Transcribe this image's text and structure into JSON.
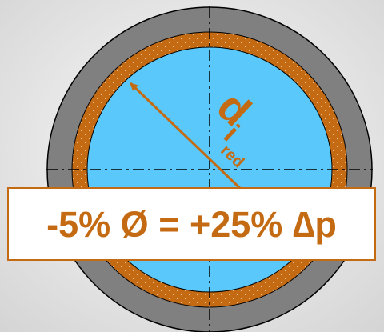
{
  "diameter_label": {
    "symbol": "d",
    "subscript": "i",
    "sub_subscript": "red"
  },
  "callout": {
    "text": "-5% Ø = +25% ∆p"
  },
  "colors": {
    "background": "#e6e6e6",
    "outer_wall": "#808080",
    "insulation": "#c46a12",
    "fluid": "#5ac8fa",
    "accent": "#c46a12",
    "line": "#000000"
  }
}
